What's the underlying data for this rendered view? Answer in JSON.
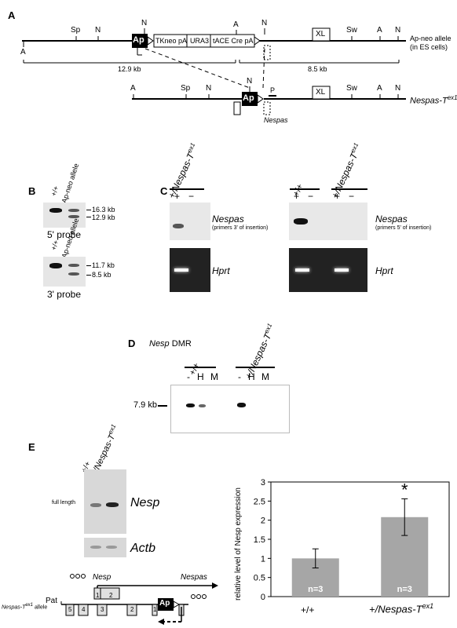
{
  "panels": [
    "A",
    "B",
    "C",
    "D",
    "E"
  ],
  "panelA": {
    "top": {
      "sites_left": [
        "Sp",
        "N"
      ],
      "site_A_low": "A",
      "ap_label": "Ap",
      "site_N_ap": "N",
      "cassette": [
        "TKneo pA",
        "URA3",
        "tACE Cre pA"
      ],
      "site_A_cassette": "A",
      "site_N_right": "N",
      "xl_label": "XL",
      "sites_right": [
        "Sw",
        "A",
        "N"
      ],
      "allele_name": "Ap-neo allele",
      "allele_sub": "(in ES cells)",
      "frag_left": "12.9 kb",
      "frag_right": "8.5 kb"
    },
    "bottom": {
      "sites": [
        "A",
        "Sp",
        "N",
        "N"
      ],
      "ap_label": "Ap",
      "p_label": "P",
      "xl_label": "XL",
      "sites_right": [
        "Sw",
        "A",
        "N"
      ],
      "nespas_label": "Nespas",
      "allele_name": "Nespas-T",
      "allele_sup": "ex1"
    }
  },
  "panelB": {
    "lanes": [
      "+/+",
      "Ap-neo allele"
    ],
    "top_bands": [
      "16.3 kb",
      "12.9 kb"
    ],
    "top_probe": "5' probe",
    "bottom_bands": [
      "11.7 kb",
      "8.5 kb"
    ],
    "bottom_probe": "3' probe"
  },
  "panelC": {
    "left_genotype": "+/Nespas-T",
    "left_sup": "ex1",
    "right_genotypes": [
      "+/+",
      "+/Nespas-T"
    ],
    "right_sup": "ex1",
    "lane_marks": [
      "+",
      "−",
      "+",
      "−",
      "+",
      "−"
    ],
    "nespas_label": "Nespas",
    "left_primer": "(primers 3' of insertion)",
    "right_primer": "(primers 5' of insertion)",
    "hprt_label": "Hprt"
  },
  "panelD": {
    "title_italic": "Nesp",
    "title_rest": "DMR",
    "genotypes": [
      "+/+",
      "+/Nespas-T"
    ],
    "sup": "ex1",
    "lanes": [
      "-",
      "H",
      "M",
      "-",
      "H",
      "M"
    ],
    "size_label": "7.9 kb"
  },
  "panelE": {
    "lanes": [
      "+/+",
      "+/Nespas-T"
    ],
    "sup": "ex1",
    "full_length": "full length",
    "nesp_label": "Nesp",
    "actb_label": "Actb",
    "map": {
      "nesp": "Nesp",
      "nespas": "Nespas",
      "allele": "Nespas-T",
      "allele_sup": "ex1",
      "allele_word": "allele",
      "pat": "Pat",
      "exons": [
        "5",
        "4",
        "3",
        "2",
        "1",
        "2",
        "1"
      ],
      "ap": "Ap"
    }
  },
  "chart_data": {
    "type": "bar",
    "categories": [
      "+/+",
      "+/Nespas-Tex1"
    ],
    "values": [
      1.0,
      2.08
    ],
    "errors": [
      0.25,
      0.48
    ],
    "n_labels": [
      "n=3",
      "n=3"
    ],
    "significance": [
      "",
      "*"
    ],
    "ylabel": "relative level of Nesp expression",
    "ylim": [
      0,
      3
    ],
    "yticks": [
      0,
      0.5,
      1,
      1.5,
      2,
      2.5,
      3
    ],
    "bar_color": "#a6a6a6",
    "grid": false
  }
}
